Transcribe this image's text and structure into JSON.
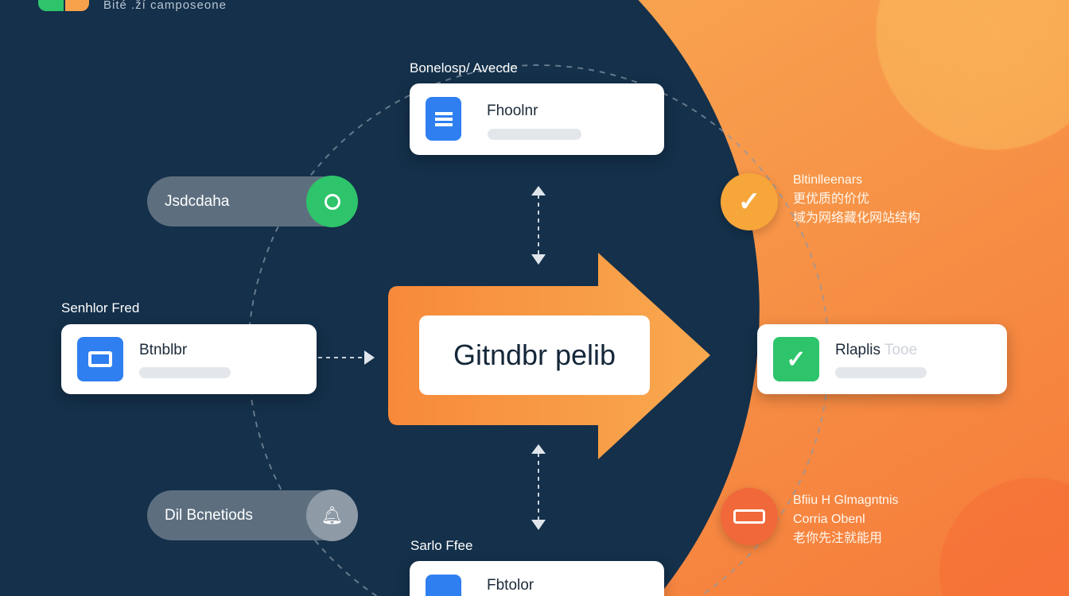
{
  "header": {
    "title": "Bité .ží camposeone"
  },
  "top": {
    "label": "Bonelosp/ Avecde",
    "card_title": "Fhoolnr"
  },
  "search": {
    "label": "Jsdcdaha"
  },
  "left": {
    "label": "Senhlor Fred",
    "card_title": "Btnblbr"
  },
  "center": {
    "title": "Gitndbr pelib"
  },
  "right": {
    "card_title": "Rlaplis",
    "card_suffix": "Tooe"
  },
  "right_top": {
    "lines": [
      "Bltinlleenars",
      "更优质的价优",
      "域为网络藏化网站结构"
    ]
  },
  "right_bottom": {
    "lines": [
      "Bfiiu H Glmagntnis",
      "Corria Obenl",
      "老你先注就能用"
    ]
  },
  "bottom_pill": {
    "label": "Dil Bcnetiods"
  },
  "bottom": {
    "label": "Sarlo Ffee",
    "card_title": "Fbtolor"
  },
  "colors": {
    "navy": "#14304a",
    "orange": "#f7a24a",
    "blue": "#2f7ff0",
    "green": "#2ec46b"
  }
}
